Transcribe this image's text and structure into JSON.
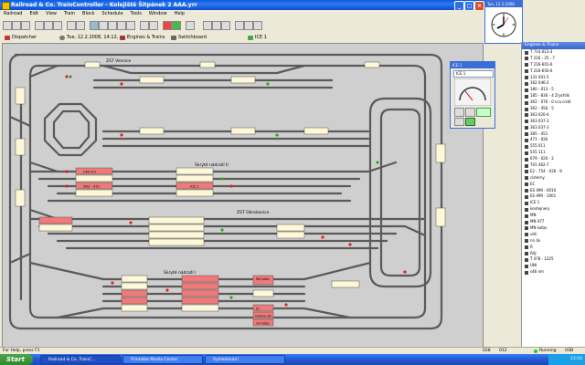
{
  "window": {
    "title": "Railroad & Co. TrainController - Kolejiště Šitpánek 2 AAA.yrr",
    "minimize_glyph": "_",
    "maximize_glyph": "□",
    "close_glyph": "×"
  },
  "menu": [
    "Railroad",
    "Edit",
    "View",
    "Train",
    "Block",
    "Schedule",
    "Tools",
    "Window",
    "Help"
  ],
  "tabs": {
    "dispatcher": "Dispatcher",
    "datetime": "Tue, 12.2.2008, 14:12, PM",
    "engines": "Engines & Trains",
    "switchboard": "Switchboard",
    "train": "ICE 1"
  },
  "canvas_labels": {
    "zst_vesnice": "ZST Vesnice",
    "skryte_nadrazi_ii": "Skryté nádraží II",
    "zst_obrokovice": "ZST Obrokovice",
    "skryte_nadrazi_i": "Skryté nádraží I",
    "trains_upper": [
      "s46 nm",
      "362 - 451"
    ],
    "ice_block": "ICE 1",
    "trains_lower": [
      "RAJ kaťas",
      "EC",
      "Cityhop Ski",
      "nm kaťas"
    ]
  },
  "clock": {
    "title": "Tue, 12.2.2008"
  },
  "ice_panel": {
    "title": "ICE 1",
    "select_value": "ICE 1"
  },
  "right_panel": {
    "title": "Engines & Trains",
    "items": [
      "T 714.013-3",
      "T 216 - 25 - 7",
      "T 216-601-6",
      "T 216-650-6",
      "131 001-5",
      "162 046-2",
      "180 - 013 - 5",
      "185 - 830 - 4 Zrychlík",
      "362 - 076 - 0 cca cistě",
      "362 - 456 - 5",
      "363 020-4",
      "363 037-3",
      "363 037-3",
      "385 - 451",
      "471 - 026",
      "555 011",
      "555 111",
      "679 - 020 - 2",
      "701 462-7",
      "E2 - 754 - 026 - 9",
      "cisterny",
      "EC",
      "ES 499 - 0010",
      "ES 499 - 1001",
      "ICE 1",
      "kontejnery",
      "MN",
      "MN 477",
      "MN kaťas",
      "uhlí",
      "nn 4x",
      "R",
      "RAJ",
      "T 478 - 1225",
      "UNI",
      "s46 nm"
    ]
  },
  "statusbar": {
    "help": "For Help, press F1",
    "val1": "028",
    "val2": "012",
    "status": "Running",
    "mode": "USB"
  },
  "taskbar": {
    "start": "Start",
    "tasks": [
      "Railroad & Co. TrainC...",
      "Printable Media Center",
      "Vyhledávání"
    ],
    "time": "13:54"
  },
  "colors": {
    "canvas": "#cfcfcf",
    "track": "#5a5a5a",
    "block": "#fff8d8",
    "occupied": "#f07a7a",
    "titlebar": "#0a5be0"
  }
}
